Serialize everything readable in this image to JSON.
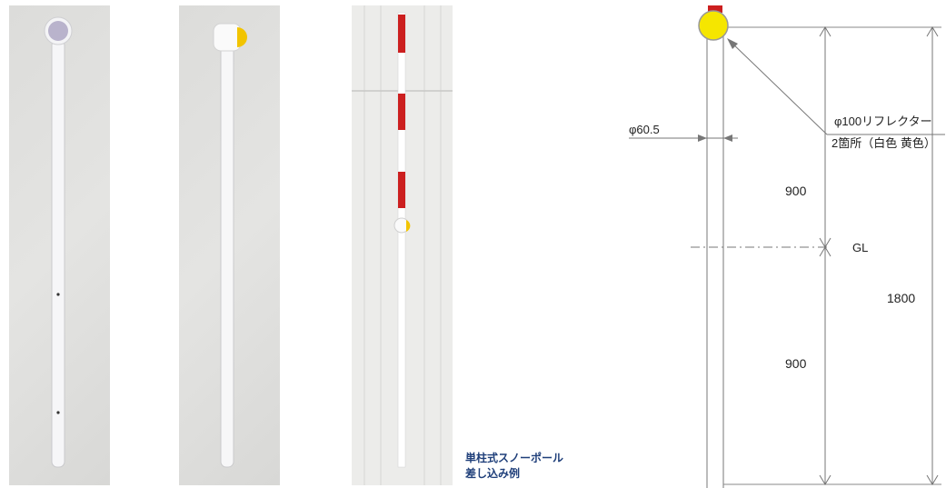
{
  "caption": {
    "line1": "単柱式スノーポール",
    "line2": "差し込み例"
  },
  "drawing": {
    "pipe_diameter": "φ60.5",
    "reflector_line1": "φ100リフレクター",
    "reflector_line2": "2箇所（白色 黄色）",
    "upper_dim": "900",
    "lower_dim": "900",
    "total_dim": "1800",
    "ground_label": "GL"
  },
  "colors": {
    "reflector_yellow": "#f5e600",
    "pole_red": "#cc1f1f",
    "reflector_white": "#b9b3cc"
  }
}
